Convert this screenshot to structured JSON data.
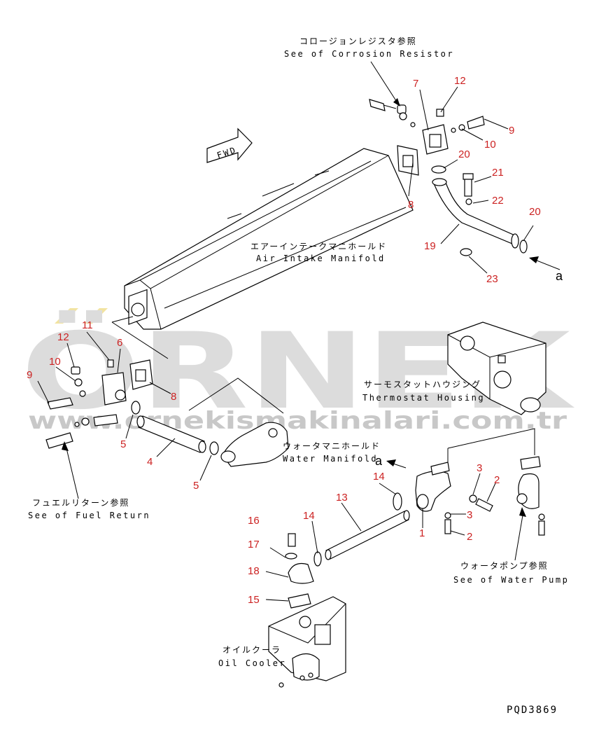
{
  "diagram": {
    "code": "PQD3869",
    "fwd_label": "FWD",
    "arrow_label": "a",
    "arrow_label_2": "a",
    "colors": {
      "part_number": "#cc2222",
      "line": "#000000",
      "watermark": "#d9d9d9",
      "watermark_accent": "#f2e3a0"
    },
    "watermark": {
      "brand": "ÖRNEK",
      "url": "www.ornekismakinalari.com.tr"
    },
    "labels": {
      "corrosion_jp": "コロージョンレジスタ参照",
      "corrosion_en": "See of Corrosion Resistor",
      "air_intake_jp": "エアーインテークマニホールド",
      "air_intake_en": "Air Intake Manifold",
      "thermostat_jp": "サーモスタットハウジング",
      "thermostat_en": "Thermostat Housing",
      "water_manifold_jp": "ウォータマニホールド",
      "water_manifold_en": "Water Manifold",
      "fuel_return_jp": "フュエルリターン参照",
      "fuel_return_en": "See of Fuel Return",
      "water_pump_jp": "ウォータポンプ参照",
      "water_pump_en": "See of Water Pump",
      "oil_cooler_jp": "オイルクーラ",
      "oil_cooler_en": "Oil Cooler"
    },
    "part_numbers": {
      "p7": "7",
      "p12a": "12",
      "p9a": "9",
      "p10a": "10",
      "p20a": "20",
      "p21": "21",
      "p22": "22",
      "p8a": "8",
      "p19": "19",
      "p20b": "20",
      "p23": "23",
      "p11": "11",
      "p12b": "12",
      "p6": "6",
      "p10b": "10",
      "p9b": "9",
      "p8b": "8",
      "p5a": "5",
      "p4": "4",
      "p5b": "5",
      "p14a": "14",
      "p13": "13",
      "p3a": "3",
      "p2a": "2",
      "p3b": "3",
      "p2b": "2",
      "p1": "1",
      "p16": "16",
      "p14b": "14",
      "p17": "17",
      "p18": "18",
      "p15": "15"
    }
  }
}
